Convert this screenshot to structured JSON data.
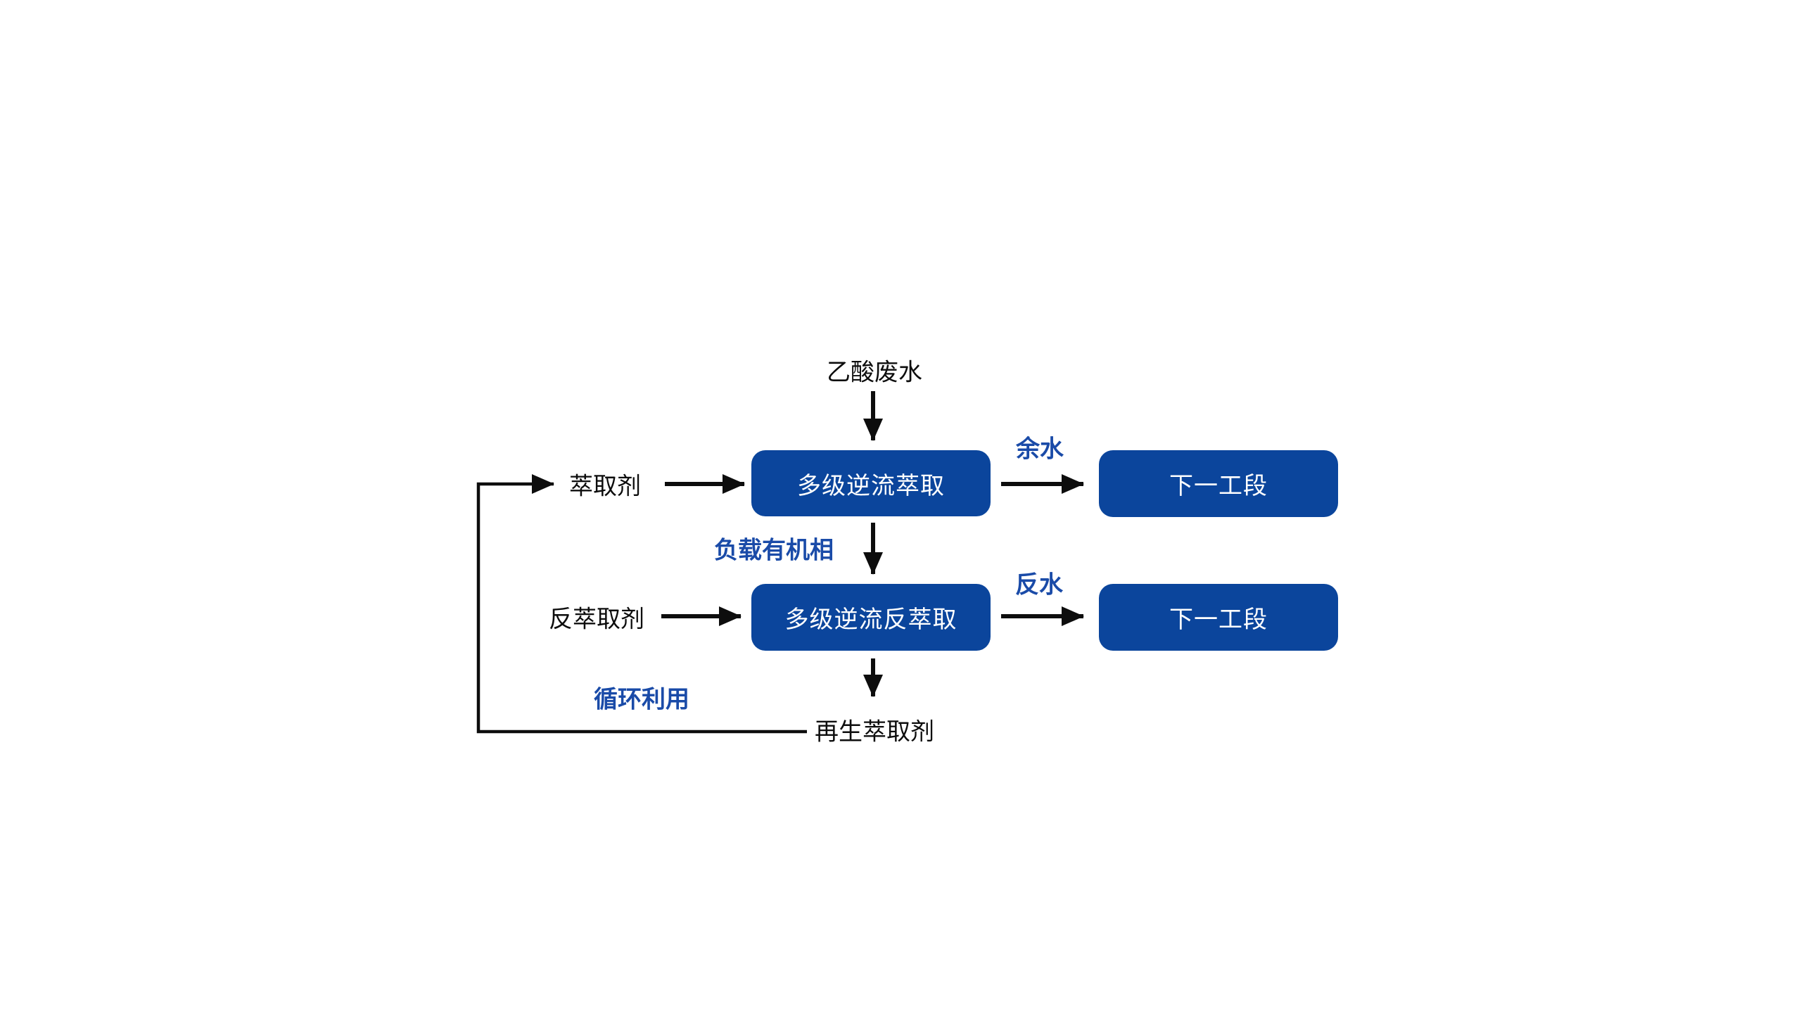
{
  "diagram": {
    "type": "flowchart",
    "language": "zh-CN",
    "colors": {
      "background": "#FFFFFF",
      "box_fill": "#0B459C",
      "box_text": "#FFFFFF",
      "label_blue": "#1A4BA8",
      "arrow_black": "#0D0D0D"
    },
    "boxes": {
      "process1": {
        "label": "多级逆流萃取"
      },
      "process2": {
        "label": "多级逆流反萃取"
      },
      "next_stage_top": {
        "label": "下一工段"
      },
      "next_stage_bottom": {
        "label": "下一工段"
      }
    },
    "labels": {
      "feed_water": "乙酸废水",
      "extractant": "萃取剂",
      "strip_agent": "反萃取剂",
      "regenerated_extractant": "再生萃取剂",
      "residual_water": "余水",
      "loaded_organic_phase": "负载有机相",
      "strip_water": "反水",
      "recycle_note": "循环利用"
    }
  }
}
